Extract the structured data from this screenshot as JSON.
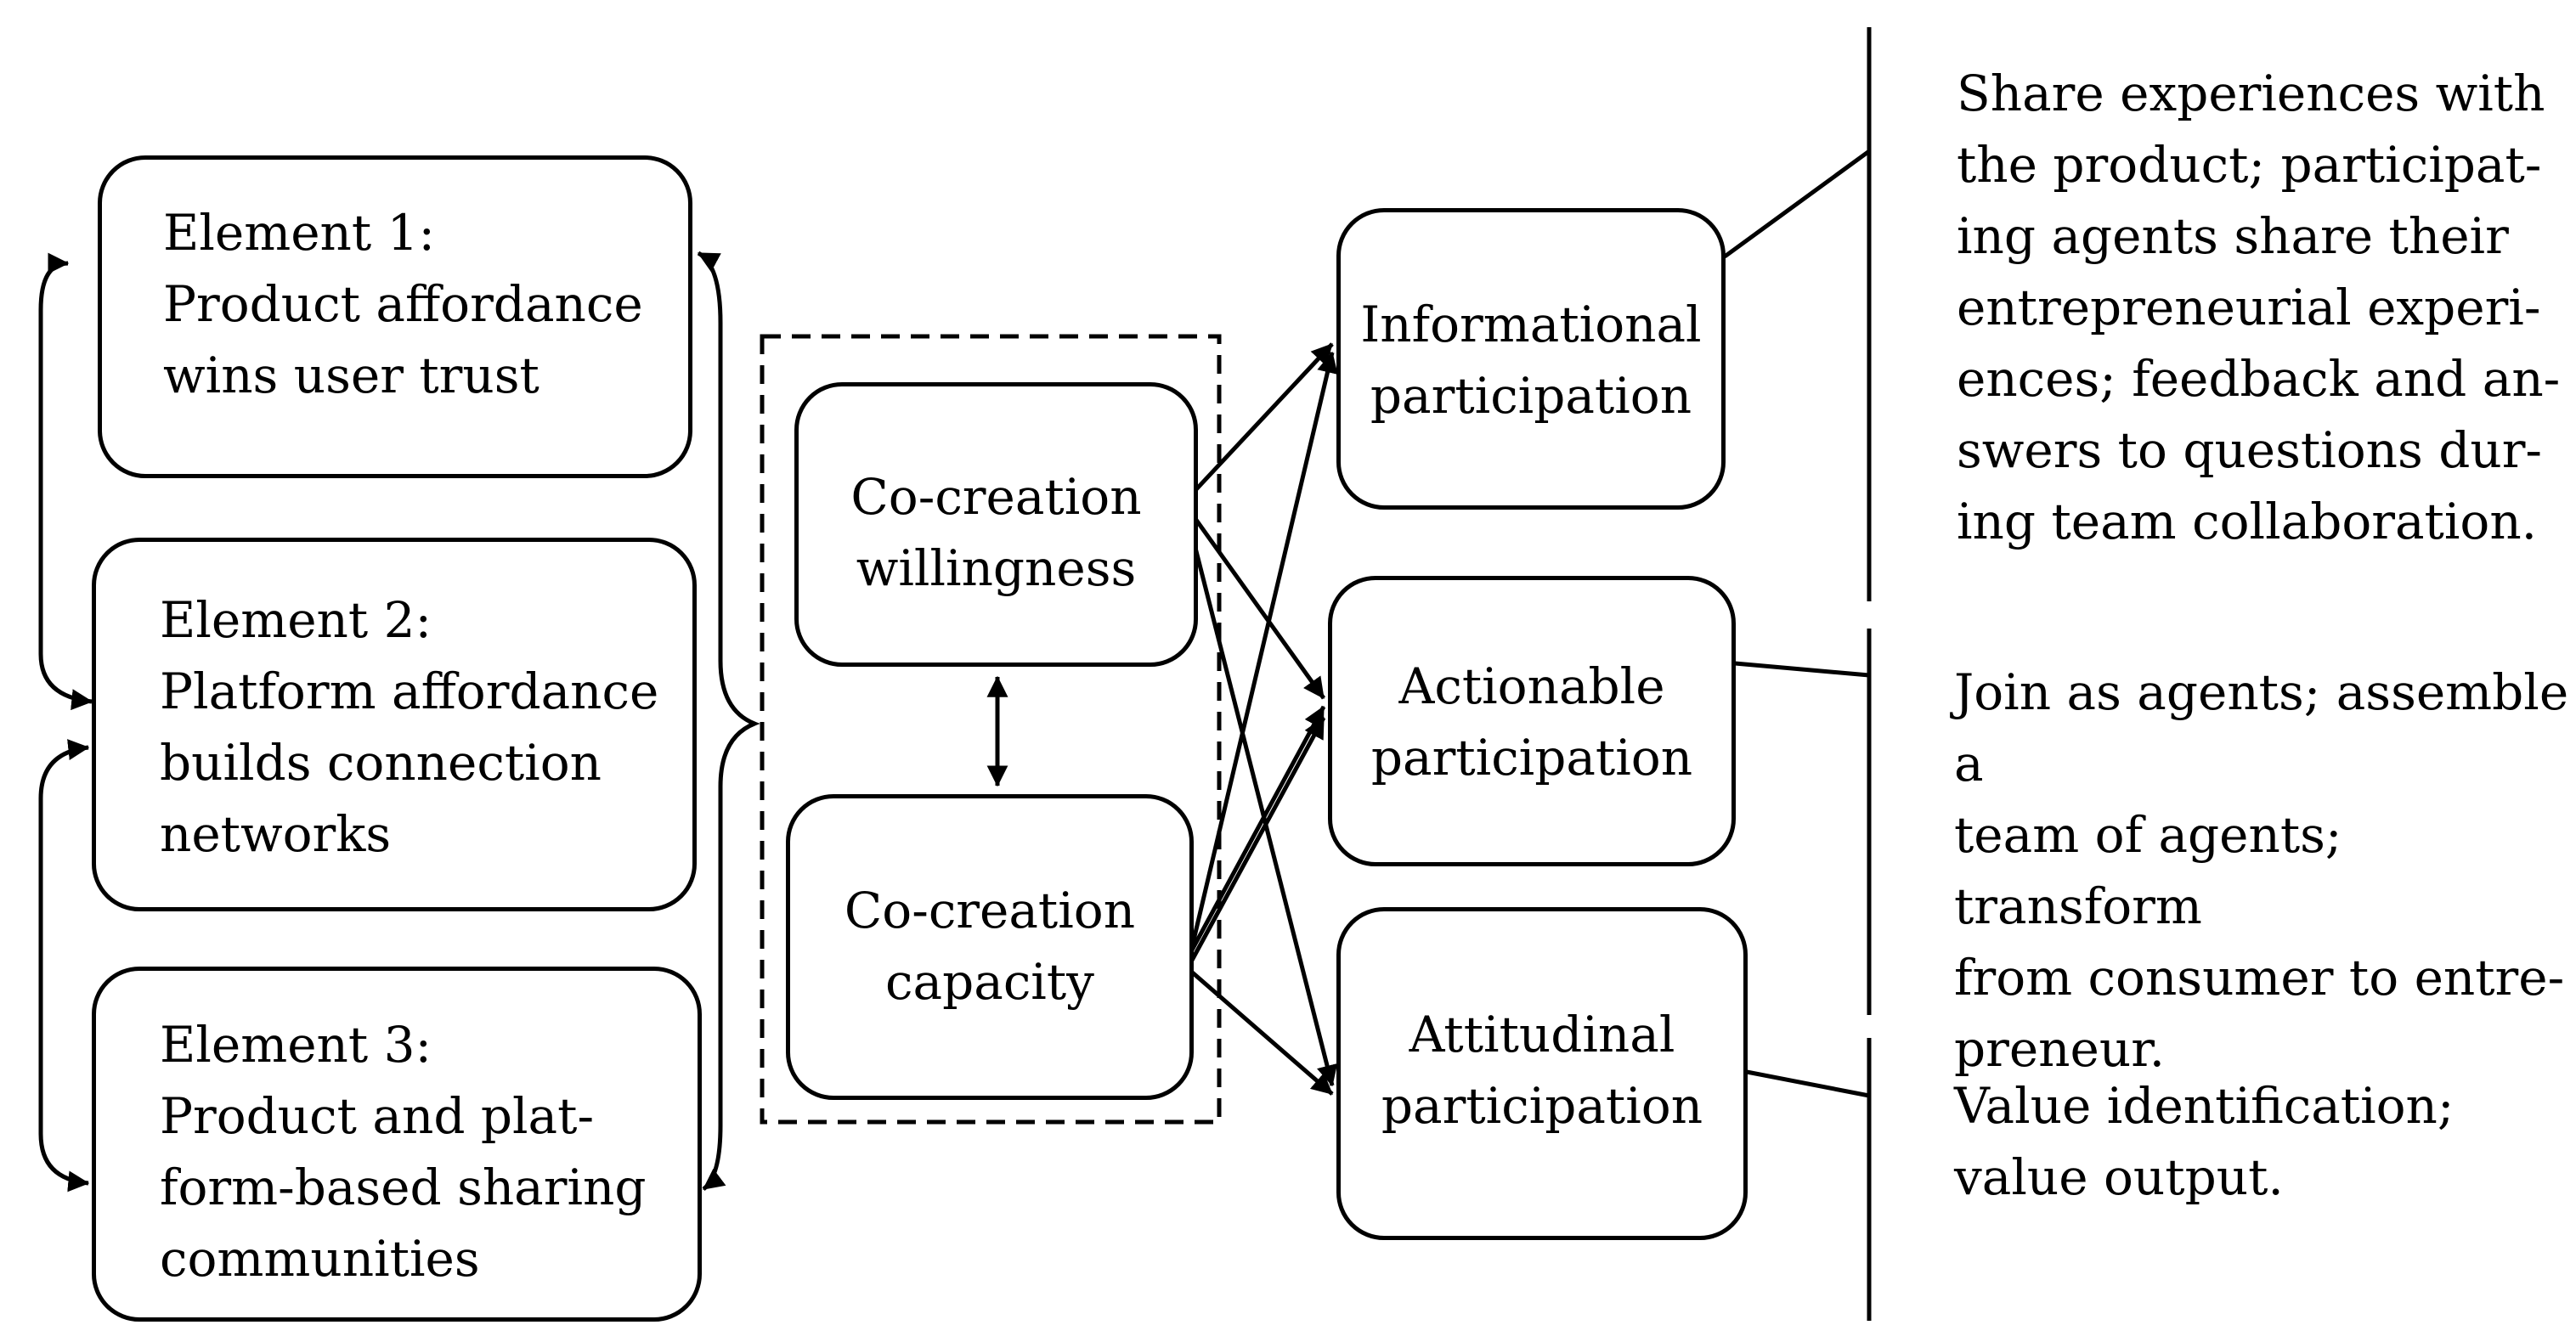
{
  "elements": [
    {
      "label": "Element 1:\nProduct affordance\nwins user trust"
    },
    {
      "label": "Element 2:\nPlatform affordance\nbuilds connection\nnetworks"
    },
    {
      "label": "Element 3:\nProduct and plat-\nform-based sharing\ncommunities"
    }
  ],
  "cocreation": {
    "willingness": "Co-creation\nwillingness",
    "capacity": "Co-creation\ncapacity"
  },
  "participation": [
    {
      "label": "Informational\nparticipation"
    },
    {
      "label": "Actionable\nparticipation"
    },
    {
      "label": "Attitudinal\nparticipation"
    }
  ],
  "descriptions": [
    {
      "text": "Share experiences with\nthe product; participat-\ning agents share their\nentrepreneurial experi-\nences; feedback and an-\nswers to questions dur-\ning team collaboration."
    },
    {
      "text": "Join as agents; assemble a\nteam of agents; transform\nfrom consumer to entre-\npreneur."
    },
    {
      "text": "Value identification;\nvalue output."
    }
  ],
  "colors": {
    "stroke": "#000000",
    "background": "#ffffff"
  }
}
